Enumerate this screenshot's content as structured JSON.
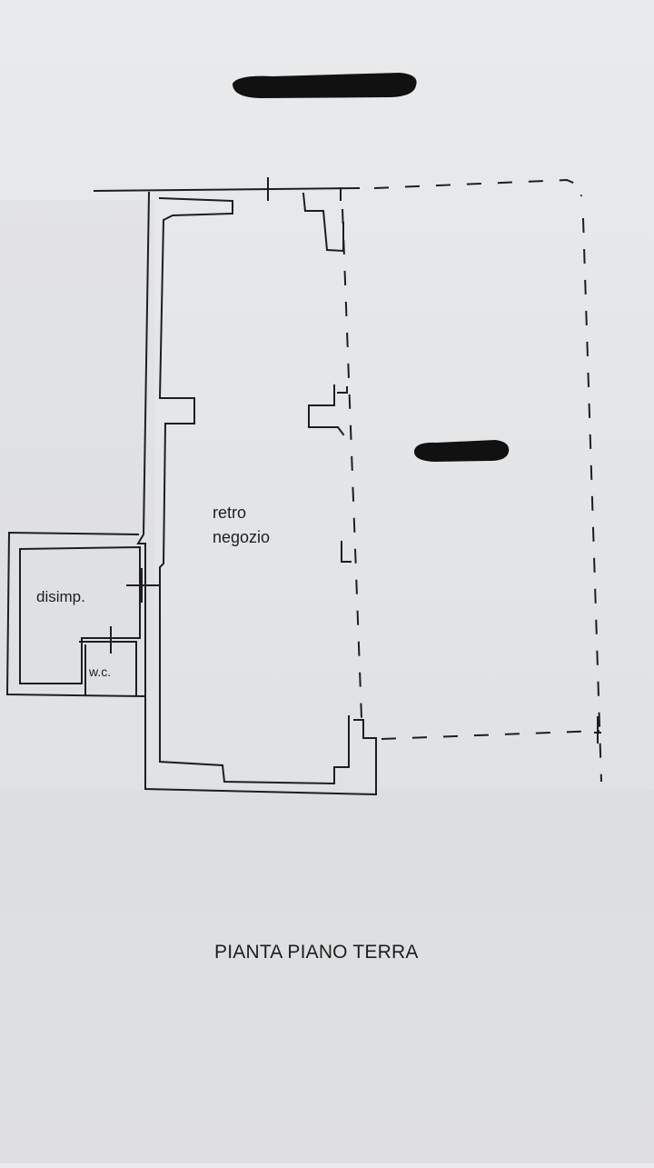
{
  "floor_plan": {
    "title": "PIANTA PIANO TERRA",
    "rooms": {
      "retro_line1": "retro",
      "retro_line2": "negozio",
      "disimpegno": "disimp.",
      "wc": "w.c."
    },
    "colors": {
      "paper": "#e6e7e9",
      "ink": "#1e1e1e",
      "redaction": "#111111"
    }
  }
}
